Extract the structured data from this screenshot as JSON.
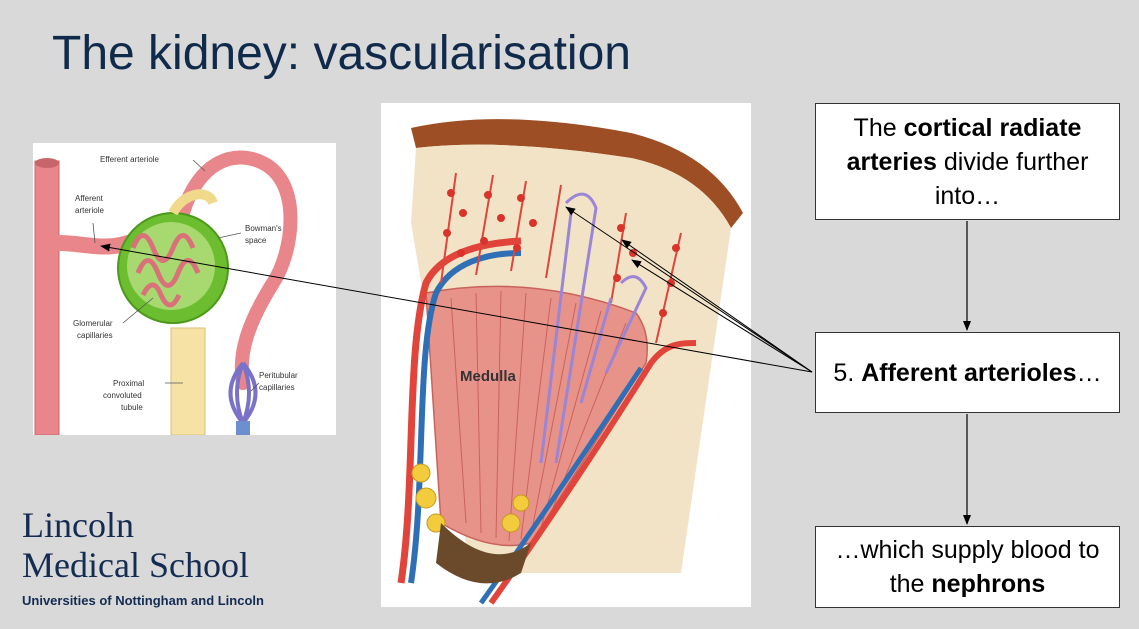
{
  "slide": {
    "title": "The kidney: vascularisation"
  },
  "nephron_diagram": {
    "labels": {
      "efferent": "Efferent arteriole",
      "afferent_1": "Afferent",
      "afferent_2": "arteriole",
      "bowmans_1": "Bowman's",
      "bowmans_2": "space",
      "glomerular_1": "Glomerular",
      "glomerular_2": "capillaries",
      "proximal_1": "Proximal",
      "proximal_2": "convoluted",
      "proximal_3": "tubule",
      "peritubular_1": "Peritubular",
      "peritubular_2": "capillaries"
    }
  },
  "kidney_diagram": {
    "medulla_label": "Medulla"
  },
  "flow": {
    "box1": {
      "pre": "The ",
      "bold": "cortical radiate arteries",
      "post": " divide further into…"
    },
    "box2": {
      "pre": "5. ",
      "bold": "Afferent arterioles",
      "post": "…"
    },
    "box3": {
      "pre": "…which supply blood to the ",
      "bold": "nephrons",
      "post": ""
    }
  },
  "logo": {
    "line1": "Lincoln",
    "line2": "Medical School",
    "subtitle": "Universities of Nottingham and Lincoln"
  },
  "colors": {
    "title": "#0f2a4a",
    "logo": "#142b52",
    "artery": "#e05a52",
    "vein": "#2f6fb5",
    "medulla": "#e8938a",
    "bowman": "#66b82e"
  }
}
